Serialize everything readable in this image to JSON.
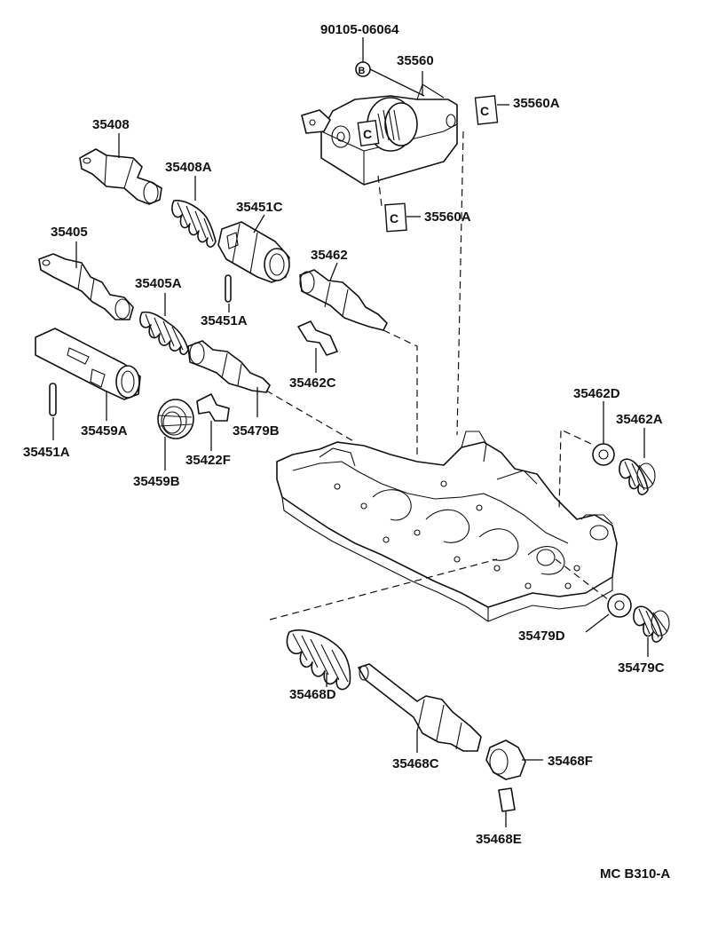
{
  "diagram": {
    "code": "MC B310-A",
    "bolt_marker": "B",
    "clip_marker": "C",
    "labels": {
      "p90105": "90105-06064",
      "p35560": "35560",
      "p35560A_top": "35560A",
      "p35560A_bottom": "35560A",
      "p35408": "35408",
      "p35408A": "35408A",
      "p35451C": "35451C",
      "p35405": "35405",
      "p35405A": "35405A",
      "p35462": "35462",
      "p35451A_mid": "35451A",
      "p35462C": "35462C",
      "p35459A": "35459A",
      "p35451A_left": "35451A",
      "p35479B": "35479B",
      "p35422F": "35422F",
      "p35459B": "35459B",
      "p35462D": "35462D",
      "p35462A": "35462A",
      "p35479D": "35479D",
      "p35479C": "35479C",
      "p35468D": "35468D",
      "p35468C": "35468C",
      "p35468F": "35468F",
      "p35468E": "35468E"
    }
  }
}
